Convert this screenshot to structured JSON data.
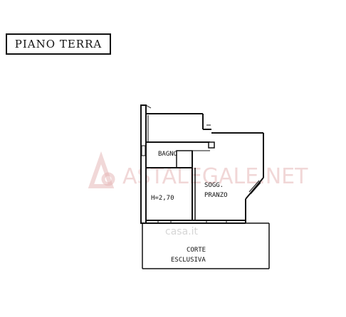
{
  "plan": {
    "title": "PIANO TERRA",
    "rooms": {
      "bagno": "BAGNO",
      "soggiorno_line1": "SOGG.",
      "soggiorno_line2": "PRANZO",
      "height": "H=2,70",
      "corte_line1": "CORTE",
      "corte_line2": "ESCLUSIVA"
    }
  },
  "watermarks": {
    "brand": "ASTALEGALE.NET",
    "secondary": "casa.it"
  },
  "colors": {
    "line": "#111111",
    "watermark": "#e6b8b8"
  }
}
